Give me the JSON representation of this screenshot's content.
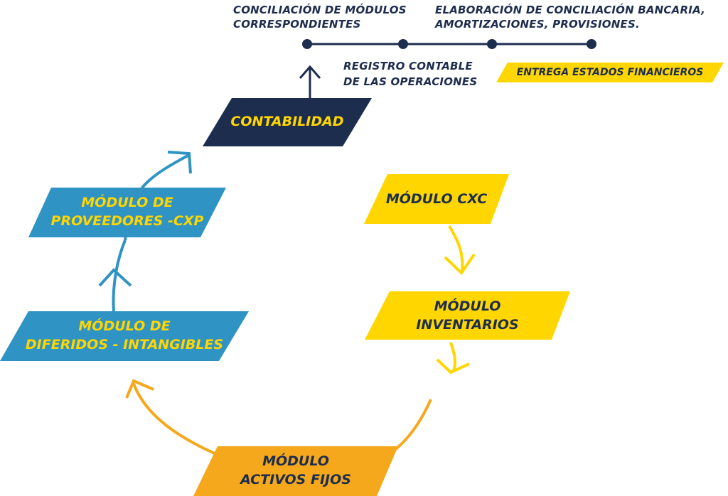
{
  "timeline": {
    "top_labels": [
      {
        "lines": [
          "CONCILIACIÓN DE MÓDULOS",
          "CORRESPONDIENTES"
        ]
      },
      {
        "lines": [
          "ELABORACIÓN DE CONCILIACIÓN BANCARIA,",
          "AMORTIZACIONES, PROVISIONES."
        ]
      }
    ],
    "bottom_label": {
      "lines": [
        "REGISTRO CONTABLE",
        "DE LAS OPERACIONES"
      ]
    },
    "final_tag": "ENTREGA ESTADOS FINANCIEROS"
  },
  "modules": {
    "contabilidad": {
      "lines": [
        "CONTABILIDAD"
      ]
    },
    "cxc": {
      "lines": [
        "MÓDULO CXC"
      ]
    },
    "inventarios": {
      "lines": [
        "MÓDULO",
        "INVENTARIOS"
      ]
    },
    "activos_fijos": {
      "lines": [
        "MÓDULO",
        "ACTIVOS FIJOS"
      ]
    },
    "diferidos": {
      "lines": [
        "MÓDULO DE",
        "DIFERIDOS - INTANGIBLES"
      ]
    },
    "proveedores": {
      "lines": [
        "MÓDULO DE",
        "PROVEEDORES -CXP"
      ]
    }
  },
  "colors": {
    "navy": "#1d2d4e",
    "yellow": "#ffd600",
    "orange": "#f5a81c",
    "blue": "#2f93c4"
  }
}
